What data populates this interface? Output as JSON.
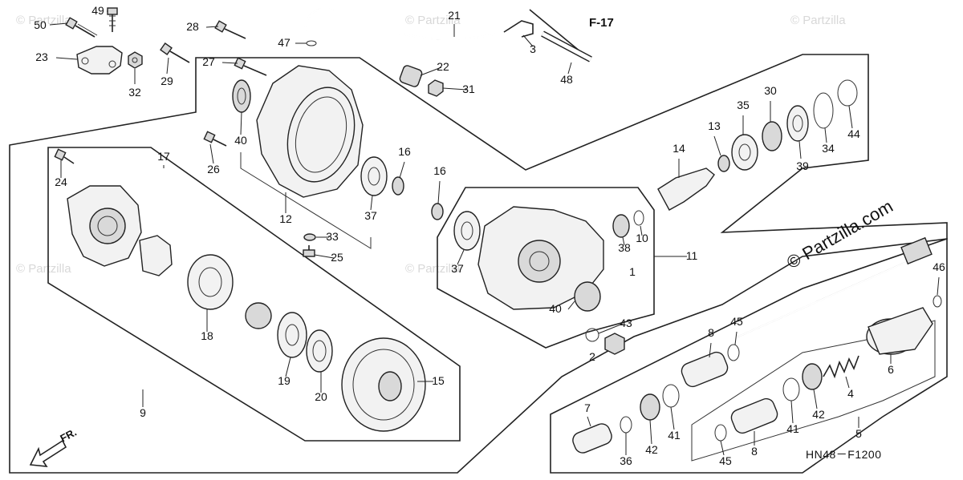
{
  "diagram": {
    "ref_label": "F-17",
    "diagram_code": "HN48－F1200",
    "watermark": "© Partzilla.com",
    "watermark_faint": "© Partzilla",
    "front_arrow_label": "FR.",
    "callouts": [
      {
        "id": "c50",
        "text": "50"
      },
      {
        "id": "c49",
        "text": "49"
      },
      {
        "id": "c23",
        "text": "23"
      },
      {
        "id": "c32",
        "text": "32"
      },
      {
        "id": "c29",
        "text": "29"
      },
      {
        "id": "c28",
        "text": "28"
      },
      {
        "id": "c27",
        "text": "27"
      },
      {
        "id": "c47",
        "text": "47"
      },
      {
        "id": "c21",
        "text": "21"
      },
      {
        "id": "c3",
        "text": "3"
      },
      {
        "id": "c48",
        "text": "48"
      },
      {
        "id": "c22",
        "text": "22"
      },
      {
        "id": "c31",
        "text": "31"
      },
      {
        "id": "c40a",
        "text": "40"
      },
      {
        "id": "c26",
        "text": "26"
      },
      {
        "id": "c12",
        "text": "12"
      },
      {
        "id": "c17",
        "text": "17"
      },
      {
        "id": "c24",
        "text": "24"
      },
      {
        "id": "c16a",
        "text": "16"
      },
      {
        "id": "c16b",
        "text": "16"
      },
      {
        "id": "c37a",
        "text": "37"
      },
      {
        "id": "c33",
        "text": "33"
      },
      {
        "id": "c25",
        "text": "25"
      },
      {
        "id": "c18",
        "text": "18"
      },
      {
        "id": "c19",
        "text": "19"
      },
      {
        "id": "c20",
        "text": "20"
      },
      {
        "id": "c15",
        "text": "15"
      },
      {
        "id": "c9",
        "text": "9"
      },
      {
        "id": "c37b",
        "text": "37"
      },
      {
        "id": "c38",
        "text": "38"
      },
      {
        "id": "c10",
        "text": "10"
      },
      {
        "id": "c1",
        "text": "1"
      },
      {
        "id": "c11",
        "text": "11"
      },
      {
        "id": "c40b",
        "text": "40"
      },
      {
        "id": "c43",
        "text": "43"
      },
      {
        "id": "c2",
        "text": "2"
      },
      {
        "id": "c14",
        "text": "14"
      },
      {
        "id": "c13",
        "text": "13"
      },
      {
        "id": "c35",
        "text": "35"
      },
      {
        "id": "c30",
        "text": "30"
      },
      {
        "id": "c39",
        "text": "39"
      },
      {
        "id": "c34",
        "text": "34"
      },
      {
        "id": "c44",
        "text": "44"
      },
      {
        "id": "c46",
        "text": "46"
      },
      {
        "id": "c8a",
        "text": "8"
      },
      {
        "id": "c45a",
        "text": "45"
      },
      {
        "id": "c6",
        "text": "6"
      },
      {
        "id": "c4",
        "text": "4"
      },
      {
        "id": "c42a",
        "text": "42"
      },
      {
        "id": "c41a",
        "text": "41"
      },
      {
        "id": "c7",
        "text": "7"
      },
      {
        "id": "c36",
        "text": "36"
      },
      {
        "id": "c42b",
        "text": "42"
      },
      {
        "id": "c41b",
        "text": "41"
      },
      {
        "id": "c5",
        "text": "5"
      },
      {
        "id": "c8b",
        "text": "8"
      },
      {
        "id": "c45b",
        "text": "45"
      }
    ]
  }
}
